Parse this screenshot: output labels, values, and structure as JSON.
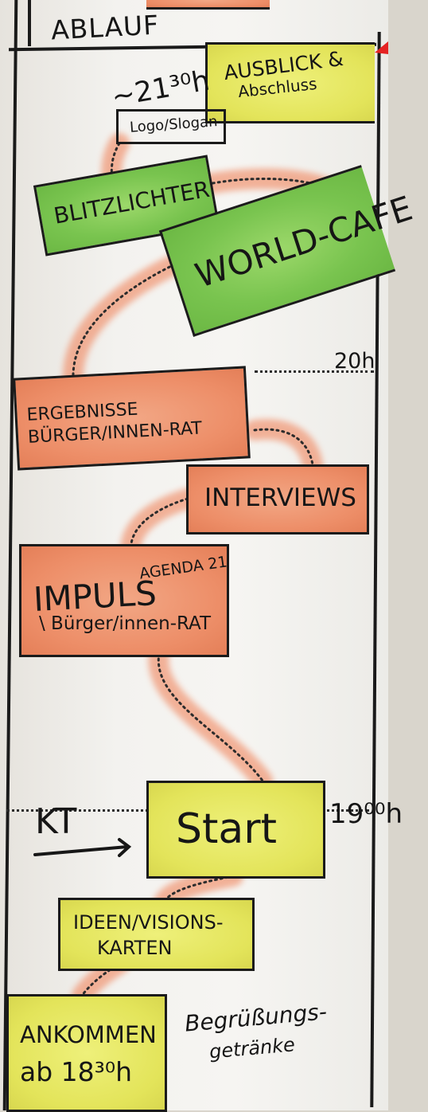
{
  "header": {
    "title": "ABLAUF"
  },
  "timeline": {
    "top_time": "~21³⁰h",
    "mid_time": "20h",
    "start_time": "19⁰⁰h",
    "arrival_time": "ab 18³⁰h",
    "kt_label": "KT"
  },
  "cards": {
    "ausblick_line1": "AUSBLICK &",
    "ausblick_line2": "Abschluss",
    "logo": "Logo/Slogan",
    "blitzlichter": "BLITZLICHTER",
    "world_cafe": "WORLD-CAFE",
    "ergebnisse_line1": "ERGEBNISSE",
    "ergebnisse_line2": "BÜRGER/INNEN-RAT",
    "interviews": "INTERVIEWS",
    "impuls_main": "IMPULS",
    "impuls_agenda": "AGENDA 21",
    "impuls_sub": "\\ Bürger/innen-RAT",
    "start": "Start",
    "ideen_line1": "IDEEN/VISIONS-",
    "ideen_line2": "KARTEN",
    "ankommen_line1": "ANKOMMEN",
    "begruessung_line1": "Begrüßungs-",
    "begruessung_line2": "getränke"
  },
  "colors": {
    "green": "#7ac64f",
    "yellow": "#e4e55b",
    "orange": "#ed8e68",
    "marker": "#1b1b1b",
    "accent_red": "#e52323"
  }
}
